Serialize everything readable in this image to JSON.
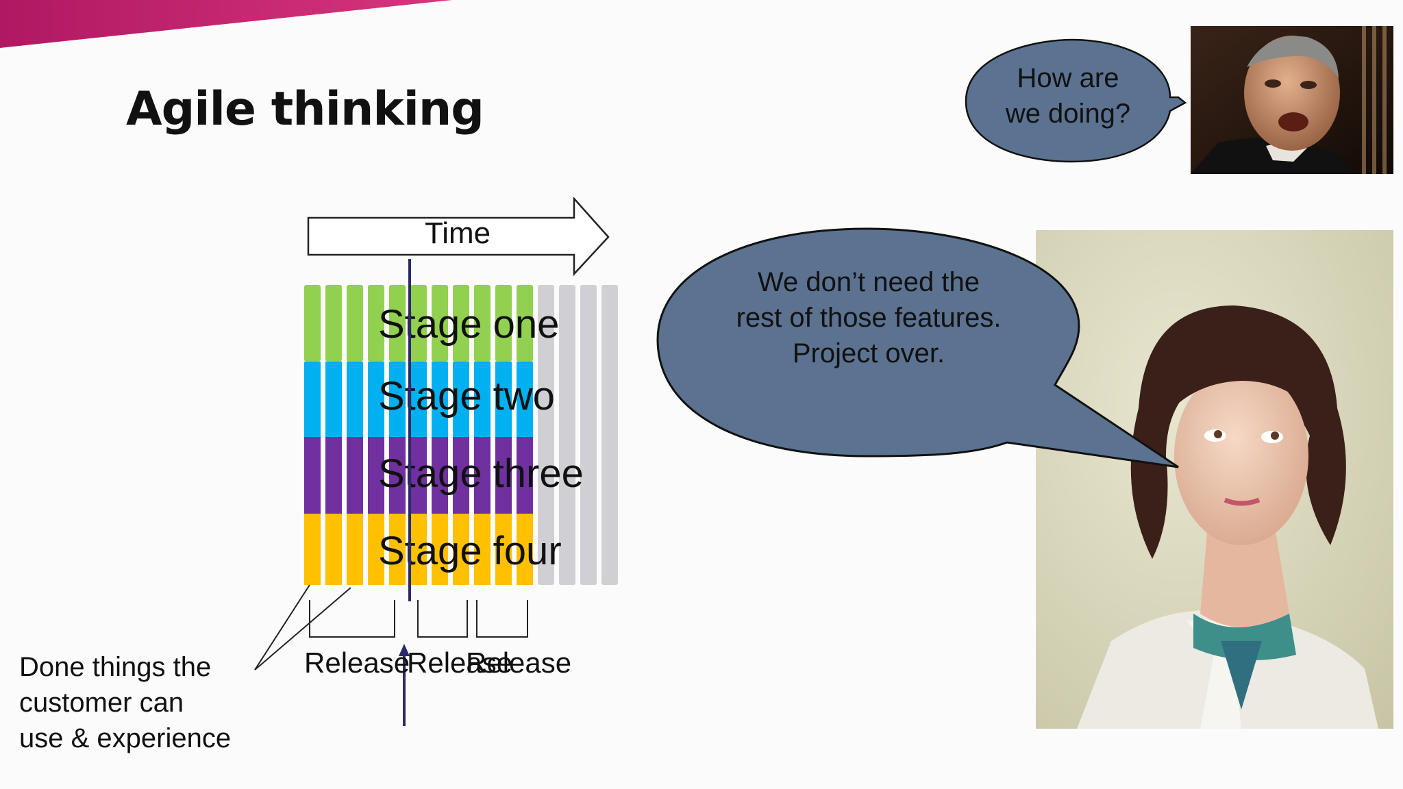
{
  "slide": {
    "title": "Agile thinking",
    "time_label": "Time",
    "stages": [
      "Stage one",
      "Stage two",
      "Stage three",
      "Stage four"
    ],
    "release_labels": [
      "Release",
      "Release",
      "Release"
    ],
    "done_text": [
      "Done things the",
      "customer can",
      "use & experience"
    ],
    "bubble_top": [
      "How are",
      "we doing?"
    ],
    "bubble_main": [
      "We don’t need the",
      "rest of those features.",
      "Project over."
    ]
  },
  "colors": {
    "stage_one": "#92d050",
    "stage_two": "#00b0f0",
    "stage_three": "#7030a0",
    "stage_four": "#ffc000",
    "pending": "#d0cfd3",
    "bubble": "#5b7290",
    "marker": "#2b2a6b",
    "accent": "#c8206e"
  }
}
